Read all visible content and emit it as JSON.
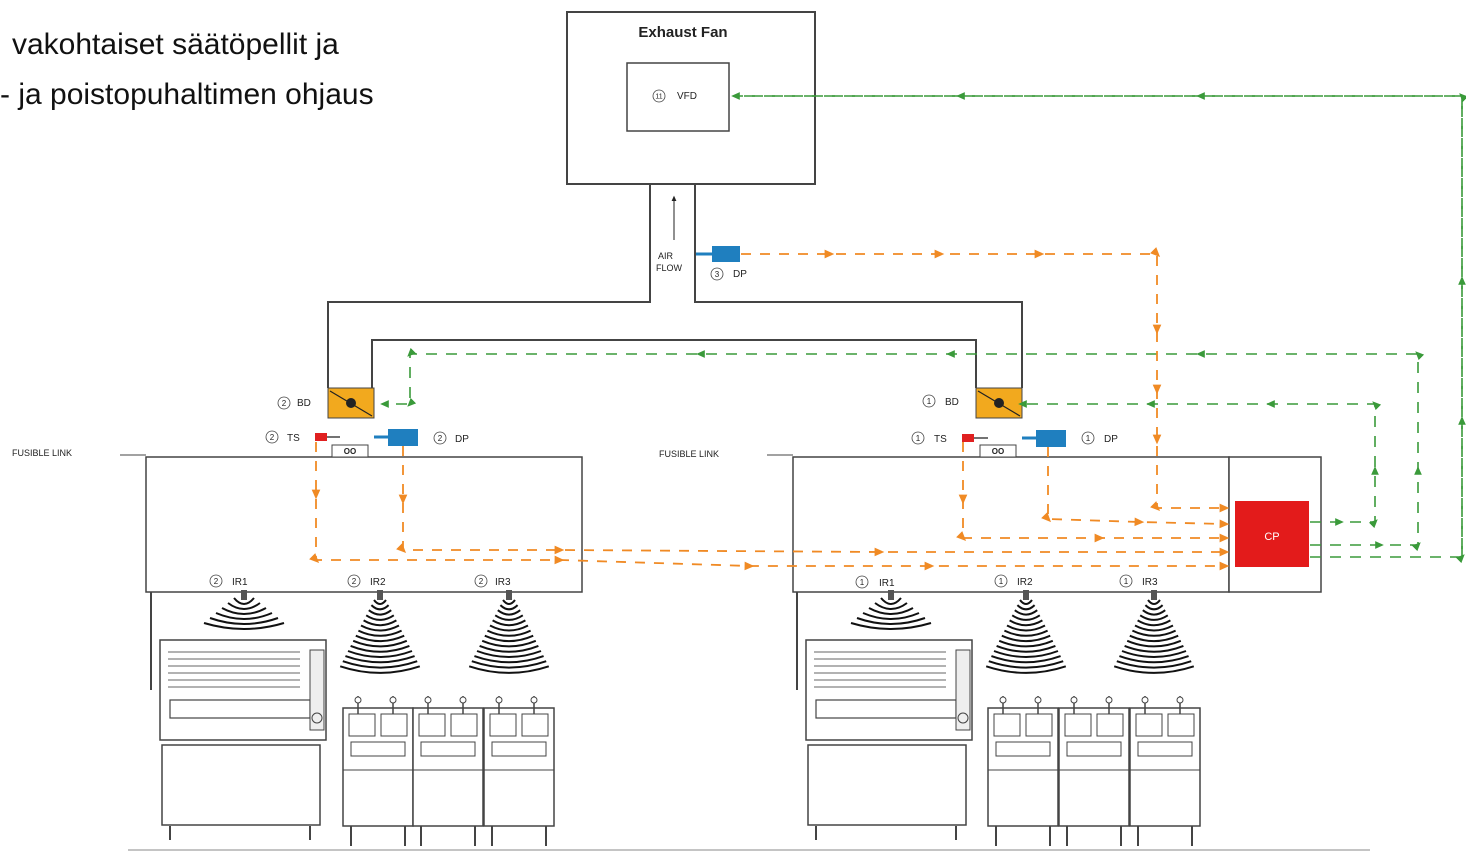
{
  "heading": {
    "line1": "vakohtaiset säätöpellit ja",
    "line2": "- ja poistopuhaltimen ohjaus"
  },
  "fan": {
    "title": "Exhaust Fan",
    "vfd_num": "11",
    "vfd_label": "VFD"
  },
  "airflow": {
    "line1": "AIR",
    "line2": "FLOW"
  },
  "duct_sensor": {
    "num": "3",
    "label": "DP"
  },
  "hood_left": {
    "fusible_link": "FUSIBLE LINK",
    "bd": {
      "num": "2",
      "label": "BD"
    },
    "ts": {
      "num": "2",
      "label": "TS"
    },
    "dp": {
      "num": "2",
      "label": "DP"
    },
    "ir": [
      {
        "num": "2",
        "label": "IR1"
      },
      {
        "num": "2",
        "label": "IR2"
      },
      {
        "num": "2",
        "label": "IR3"
      }
    ]
  },
  "hood_right": {
    "fusible_link": "FUSIBLE LINK",
    "bd": {
      "num": "1",
      "label": "BD"
    },
    "ts": {
      "num": "1",
      "label": "TS"
    },
    "dp": {
      "num": "1",
      "label": "DP"
    },
    "ir": [
      {
        "num": "1",
        "label": "IR1"
      },
      {
        "num": "1",
        "label": "IR2"
      },
      {
        "num": "1",
        "label": "IR3"
      }
    ]
  },
  "control_panel": {
    "label": "CP"
  },
  "colors": {
    "control_line": "#3a9a3a",
    "signal_line": "#f08a24",
    "control_panel": "#e31b1b",
    "damper": "#f2a91e",
    "dp_sensor": "#1f7fbf",
    "ts_sensor": "#e02020"
  },
  "icons": {
    "damper": "balancing-damper-icon",
    "sensor": "pressure-sensor-icon",
    "ir_sensor": "infrared-sensor-icon",
    "broiler": "broiler-appliance-icon",
    "fryer": "fryer-appliance-icon"
  }
}
